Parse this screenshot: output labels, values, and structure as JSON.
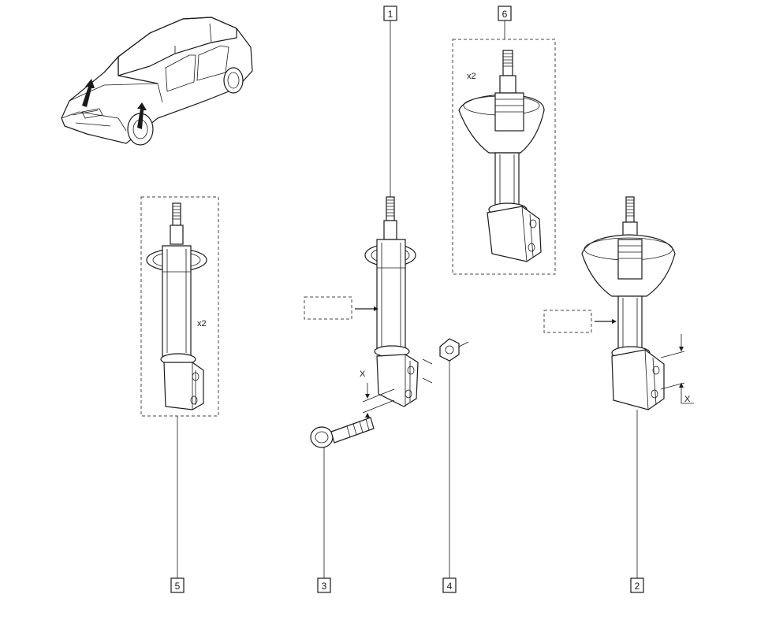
{
  "callouts": [
    {
      "id": "part-1",
      "text": "1"
    },
    {
      "id": "part-2",
      "text": "2"
    },
    {
      "id": "part-3",
      "text": "3"
    },
    {
      "id": "part-4",
      "text": "4"
    },
    {
      "id": "part-5",
      "text": "5"
    },
    {
      "id": "part-6",
      "text": "6"
    }
  ],
  "quantities": {
    "kit_5": "x2",
    "kit_6": "x2"
  },
  "dimension_marks": {
    "strut_1": "X",
    "strut_2": "X"
  }
}
